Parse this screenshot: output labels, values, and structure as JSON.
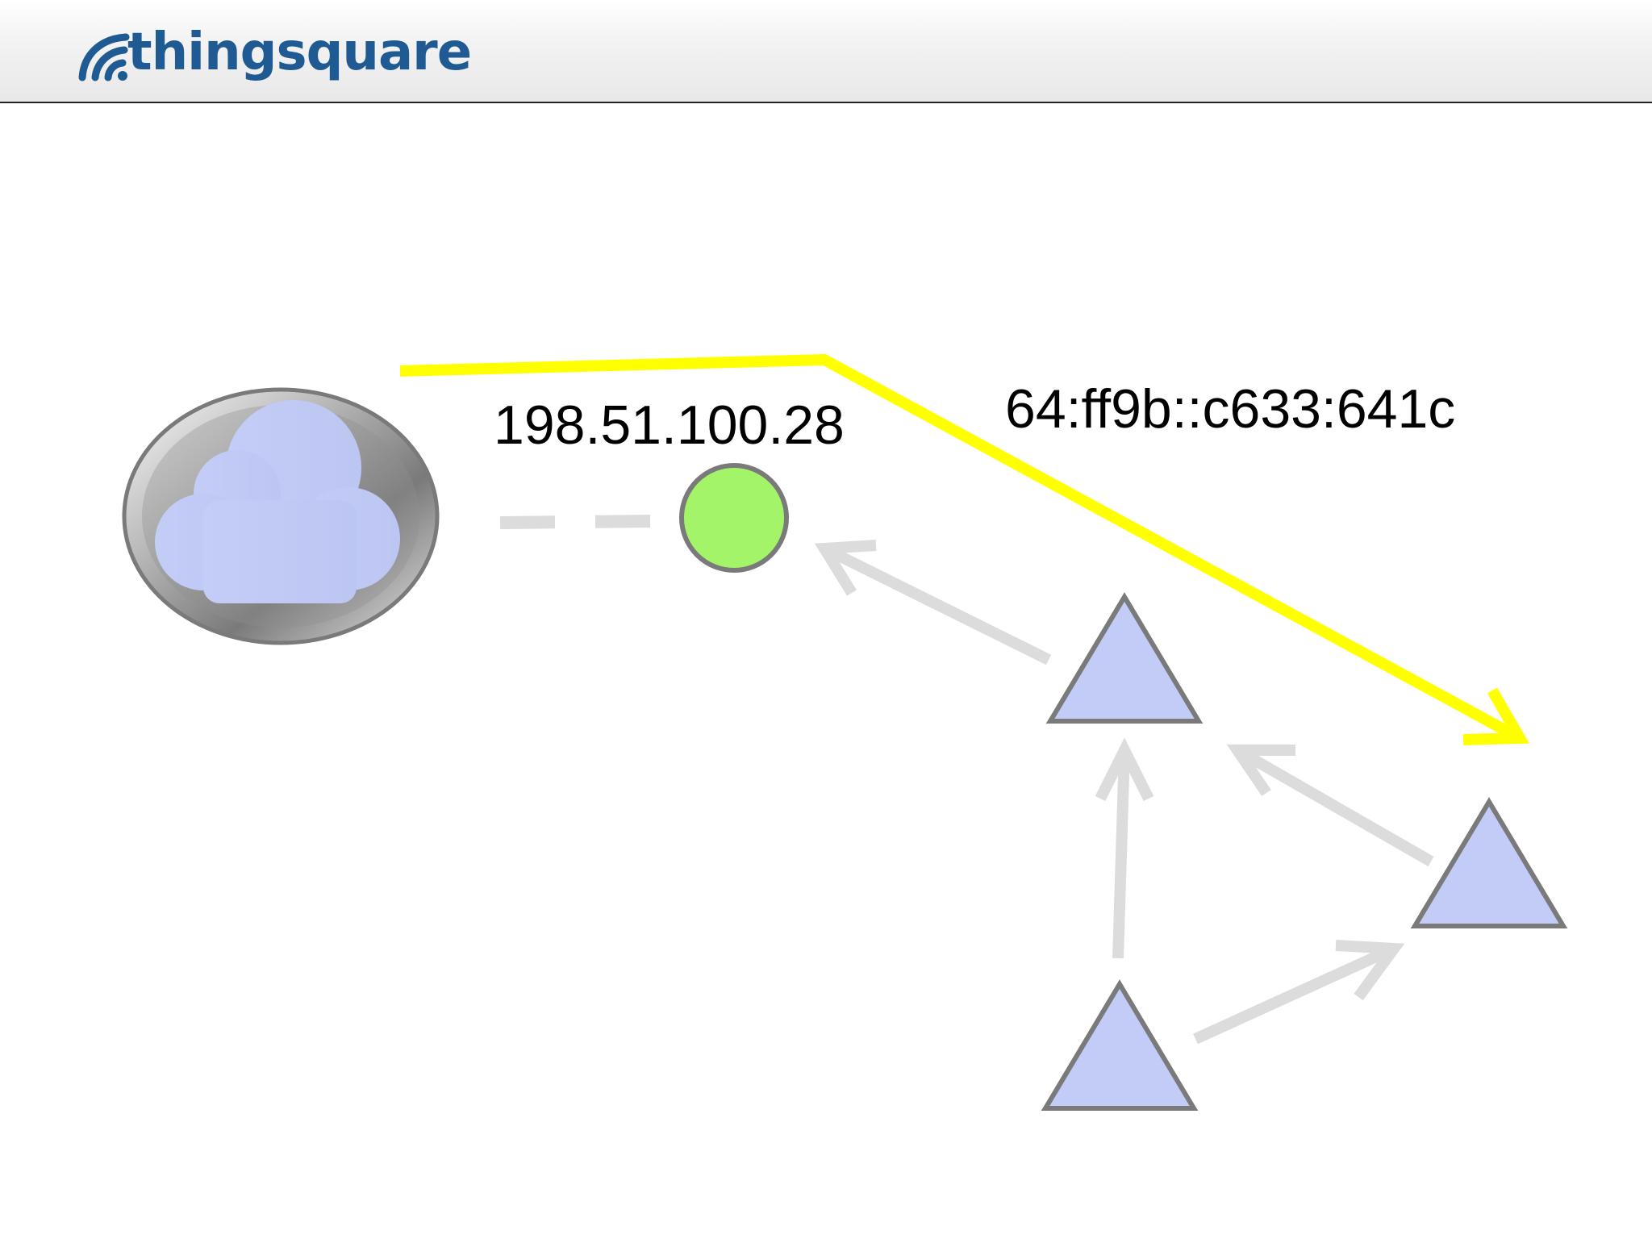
{
  "header": {
    "brand_name": "thingsquare",
    "brand_color": "#1f5b92",
    "logo_icon": "signal-arcs-icon"
  },
  "diagram": {
    "gateway_address": "198.51.100.28",
    "node_address": "64:ff9b::c633:641c",
    "colors": {
      "route_highlight": "#ffff00",
      "links": "#dcdcdc",
      "gateway_node": "#a4f46a",
      "mesh_nodes": "#c2ccf6",
      "cloud": "#c2ccf6",
      "outline": "#808080"
    },
    "icons": [
      "cloud-icon",
      "gateway-circle",
      "mesh-node-triangle"
    ]
  }
}
